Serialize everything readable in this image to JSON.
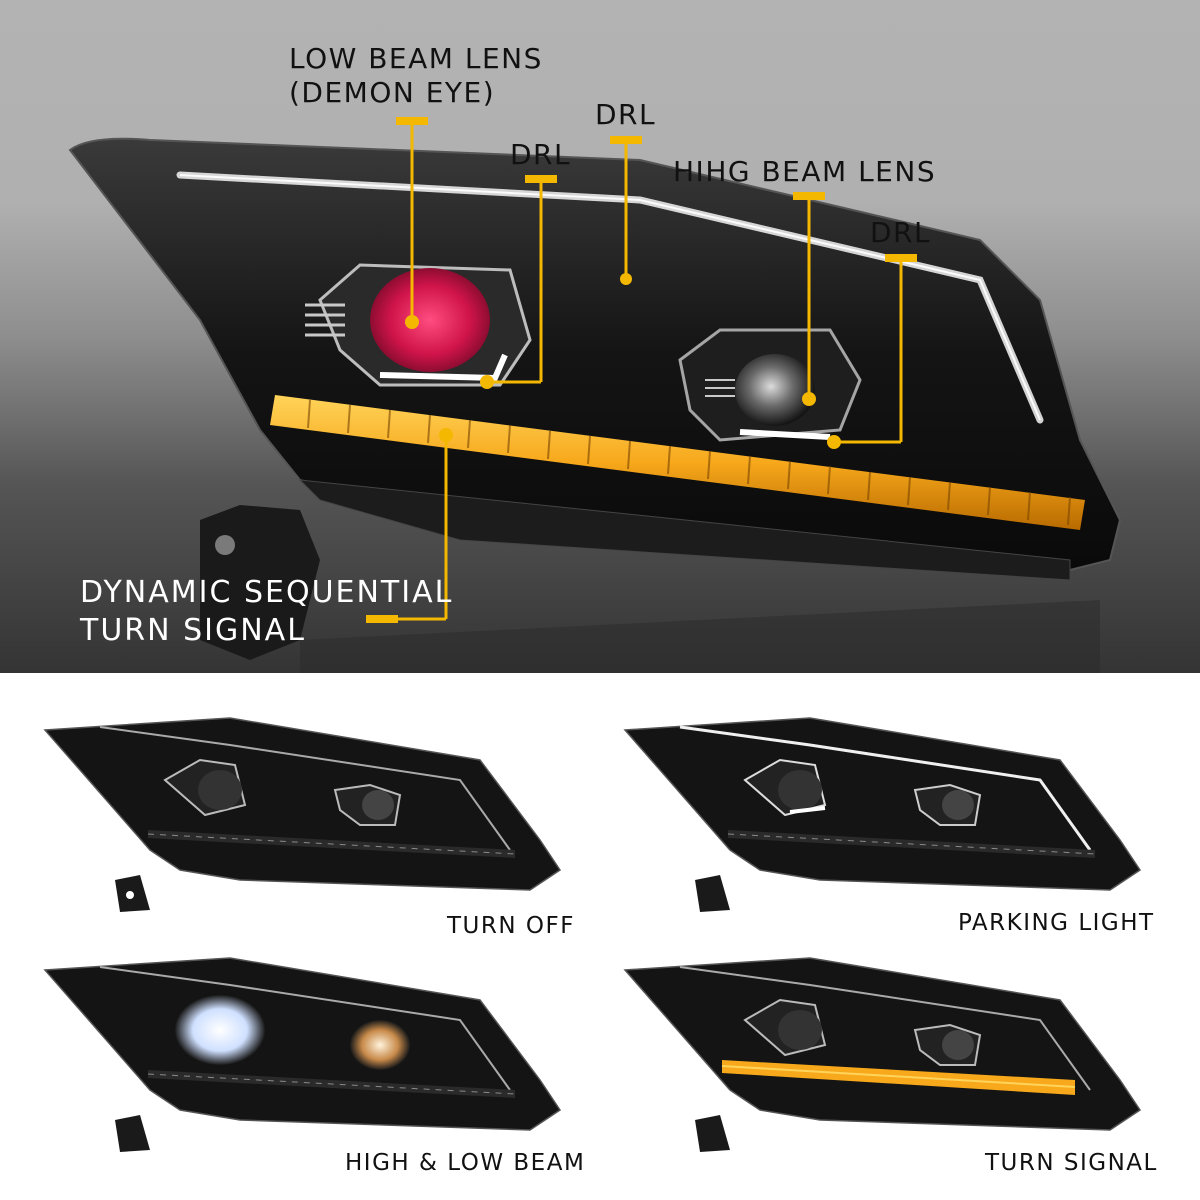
{
  "hero": {
    "callouts": [
      {
        "id": "low-beam",
        "line1": "LOW BEAM LENS",
        "line2": "(DEMON EYE)"
      },
      {
        "id": "drl-1",
        "line1": "DRL"
      },
      {
        "id": "drl-2",
        "line1": "DRL"
      },
      {
        "id": "high-beam",
        "line1": "HIHG BEAM LENS"
      },
      {
        "id": "drl-3",
        "line1": "DRL"
      },
      {
        "id": "turn-signal",
        "line1": "DYNAMIC SEQUENTIAL",
        "line2": "TURN SIGNAL"
      }
    ],
    "colors": {
      "callout": "#f5b800",
      "background_top": "#b3b3b3",
      "background_bottom": "#343434",
      "demon_eye": "#e0245e",
      "amber": "#f7a81b"
    }
  },
  "modes": [
    {
      "label": "TURN OFF",
      "state": "off"
    },
    {
      "label": "PARKING LIGHT",
      "state": "parking"
    },
    {
      "label": "HIGH & LOW BEAM",
      "state": "beams"
    },
    {
      "label": "TURN SIGNAL",
      "state": "turn"
    }
  ]
}
